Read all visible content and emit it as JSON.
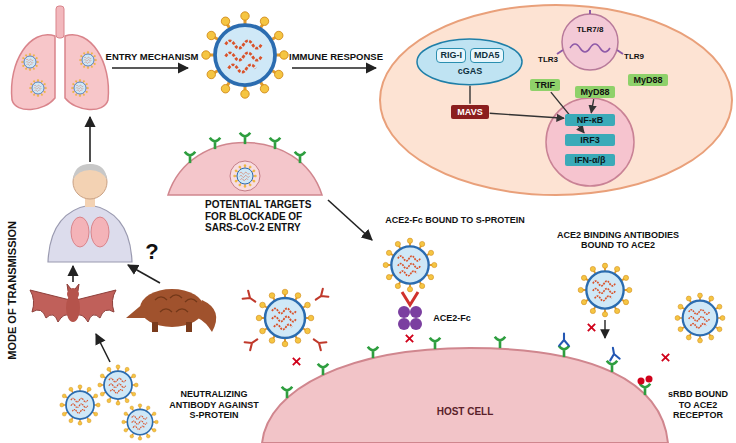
{
  "diagram": {
    "nodes": [
      {
        "text": [
          "RIG-I",
          "MDA5",
          "cGAS"
        ]
      },
      {
        "text": [
          "MAVS"
        ]
      },
      {
        "text": [
          "TRIF"
        ]
      },
      {
        "text": [
          "MyD88"
        ]
      },
      {
        "text": [
          "MyD88"
        ]
      },
      {
        "text": [
          "NF-κB"
        ]
      },
      {
        "text": [
          "IRF3"
        ]
      },
      {
        "text": [
          "IFN-α/β"
        ]
      }
    ],
    "edges": [
      {
        "from": 0,
        "to": 1,
        "arrow": "none"
      },
      {
        "from": 1,
        "to": 5,
        "arrow": "to"
      },
      {
        "from": 3,
        "to": 5,
        "arrow": "to"
      },
      {
        "from": 2,
        "to": 6,
        "arrow": "to"
      }
    ],
    "labels": [
      "MODE OF TRANSMISSION",
      "?",
      "ENTRY MECHANISM",
      "IMMUNE RESPONSE",
      "TLR3",
      "TLR7/8",
      "TLR9",
      "POTENTIAL TARGETS FOR BLOCKADE OF SARS-CoV-2 ENTRY",
      "ACE2-Fc BOUND TO S-PROTEIN",
      "ACE2 BINDING ANTIBODIES BOUND TO ACE2",
      "ACE2-Fc",
      "NEUTRALIZING ANTIBODY AGAINST S-PROTEIN",
      "HOST CELL",
      "sRBD BOUND TO ACE2 RECEPTOR"
    ]
  }
}
